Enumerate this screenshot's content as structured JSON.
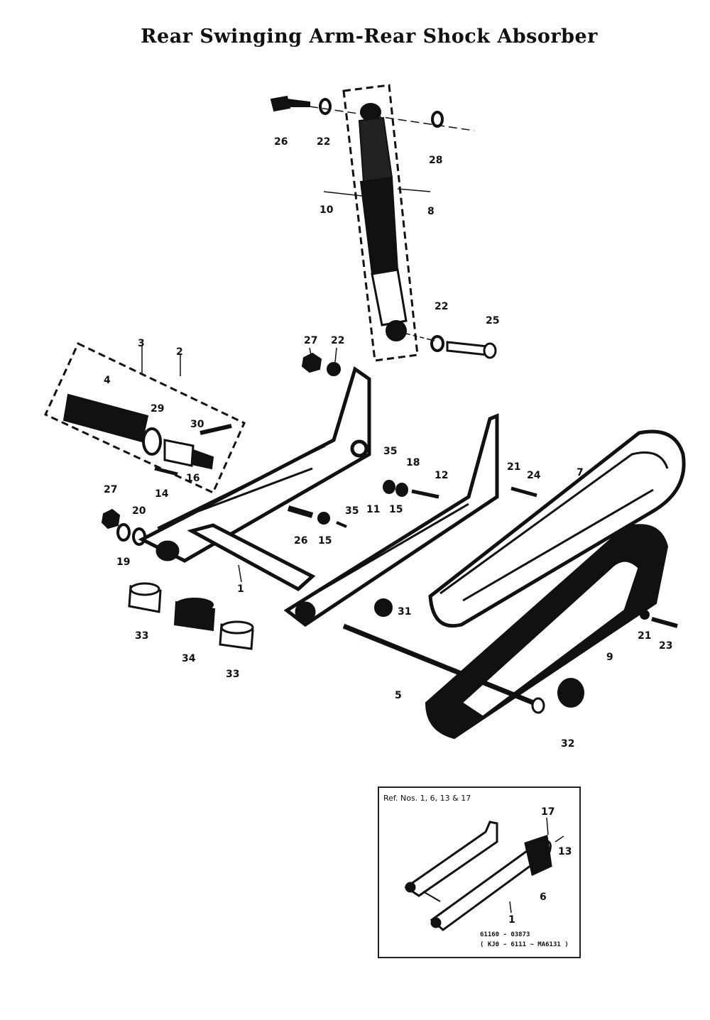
{
  "title": "Rear Swinging Arm-Rear Shock Absorber",
  "labels": {
    "l26a": "26",
    "l22a": "22",
    "l28": "28",
    "l10": "10",
    "l8": "8",
    "l22b": "22",
    "l25": "25",
    "l27a": "27",
    "l22c": "22",
    "l3": "3",
    "l2": "2",
    "l4": "4",
    "l29": "29",
    "l30": "30",
    "l14": "14",
    "l16": "16",
    "l35a": "35",
    "l18": "18",
    "l12": "12",
    "l21a": "21",
    "l24": "24",
    "l7": "7",
    "l27b": "27",
    "l20": "20",
    "l19": "19",
    "l26b": "26",
    "l15a": "15",
    "l35b": "35",
    "l11": "11",
    "l15b": "15",
    "l1": "1",
    "l31": "31",
    "l33a": "33",
    "l34": "34",
    "l33b": "33",
    "l5": "5",
    "l21b": "21",
    "l23": "23",
    "l9": "9",
    "l32": "32"
  },
  "inset": {
    "ref": "Ref. Nos. 1, 6, 13 & 17",
    "l17": "17",
    "l13": "13",
    "l6": "6",
    "l1": "1",
    "part_no": "61160 - 03873",
    "applicability": "( KJ0 - 6111 ~ MA6131 )"
  }
}
